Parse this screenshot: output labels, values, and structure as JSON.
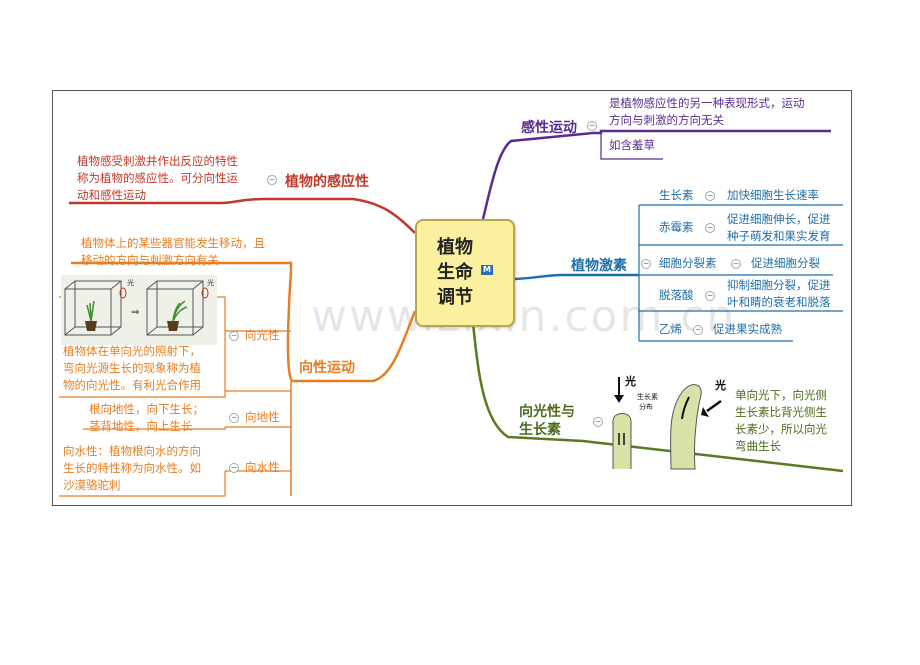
{
  "center": {
    "title": "植物生命调节",
    "lines": [
      "植物",
      "生命",
      "调节"
    ],
    "badge": "M"
  },
  "watermark": "www.zixin.com.cn",
  "sensitivity": {
    "title": "植物的感应性",
    "lines": [
      "植物感受刺激并作出反应的特性",
      "称为植物的感应性。可分向性运",
      "动和感性运动"
    ]
  },
  "tropism": {
    "title": "向性运动",
    "intro": [
      "植物体上的某些器官能发生移动，且",
      "移动的方向与刺激方向有关"
    ],
    "photo": {
      "label": "向光性",
      "lines": [
        "植物体在单向光的照射下，",
        "弯向光源生长的现象称为植",
        "物的向光性。有利光合作用"
      ],
      "img_text": "光"
    },
    "geo": {
      "label": "向地性",
      "lines": [
        "根向地性，向下生长；",
        "茎背地性，向上生长"
      ]
    },
    "hydro": {
      "label": "向水性",
      "lines": [
        "向水性：植物根向水的方向",
        "生长的特性称为向水性。如",
        "沙漠骆驼刺"
      ]
    }
  },
  "nastic": {
    "title": "感性运动",
    "lines": [
      "是植物感应性的另一种表现形式，运动",
      "方向与刺激的方向无关"
    ],
    "example": "如含羞草"
  },
  "hormones": {
    "title": "植物激素",
    "items": [
      {
        "name": "生长素",
        "lines": [
          "加快细胞生长速率"
        ]
      },
      {
        "name": "赤霉素",
        "lines": [
          "促进细胞伸长，促进",
          "种子萌发和果实发育"
        ]
      },
      {
        "name": "细胞分裂素",
        "lines": [
          "促进细胞分裂"
        ]
      },
      {
        "name": "脱落酸",
        "lines": [
          "抑制细胞分裂，促进",
          "叶和睛的衰老和脱落"
        ]
      },
      {
        "name": "乙烯",
        "lines": [
          "促进果实成熟"
        ]
      }
    ]
  },
  "phototropism": {
    "title_lines": [
      "向光性与",
      "生长素"
    ],
    "lines": [
      "单向光下，向光侧",
      "生长素比背光侧生",
      "长素少，所以向光",
      "弯曲生长"
    ],
    "img_light1": "光",
    "img_light2": "光",
    "img_auxin": [
      "生长素",
      "分布"
    ]
  },
  "colors": {
    "red": "#c0392b",
    "orange": "#e67e22",
    "purple": "#5b2c8e",
    "blue": "#1f6fa8",
    "green": "#5a7a22"
  }
}
